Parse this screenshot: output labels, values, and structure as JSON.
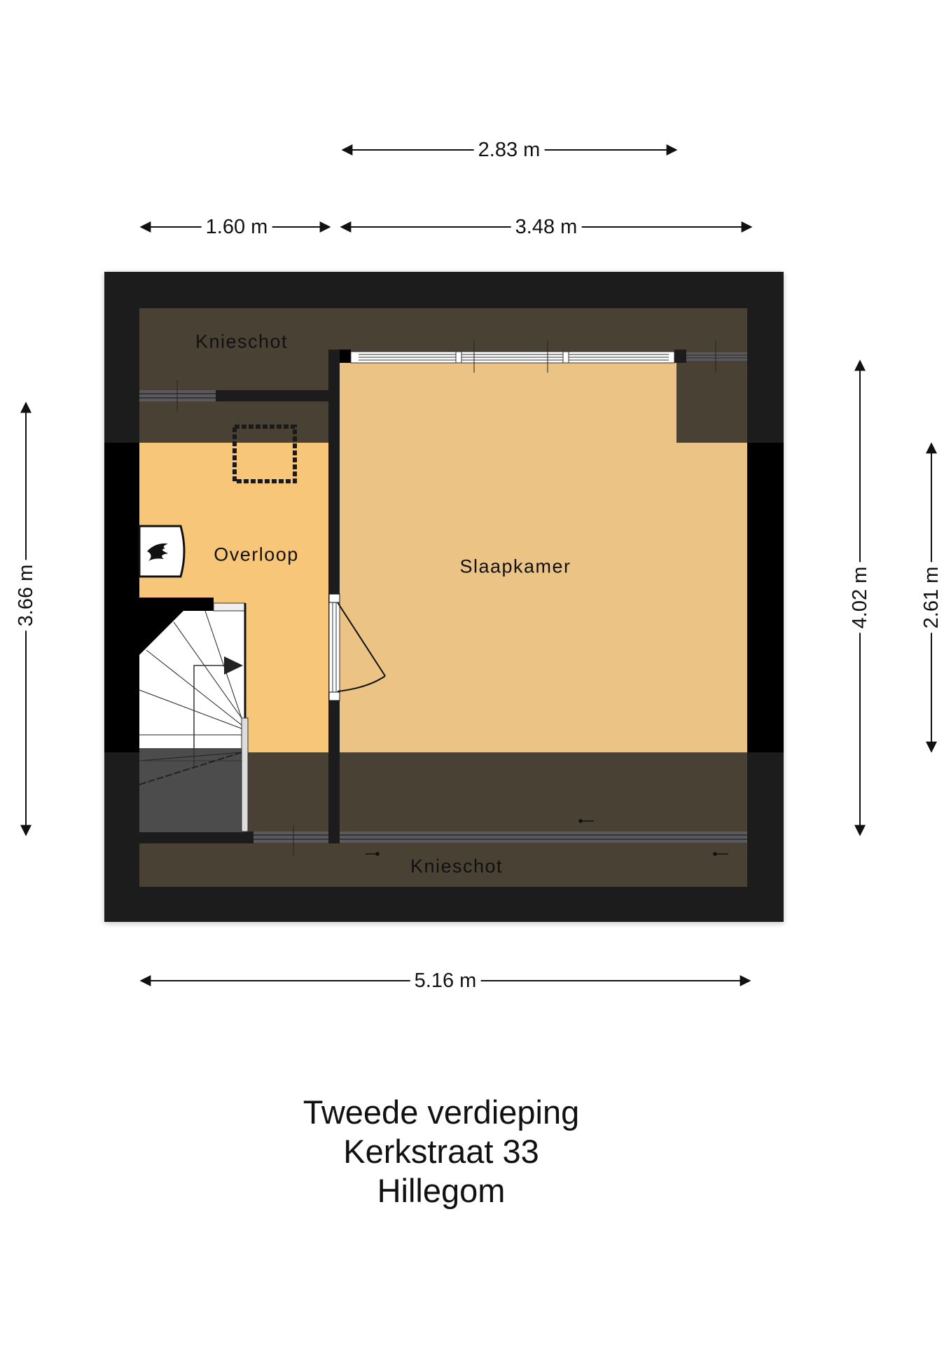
{
  "floorplan": {
    "colors": {
      "outer_wall": "#1c1c1c",
      "kneewall_area": "#4a4135",
      "overloop_floor": "#f8c679",
      "slaapkamer_floor": "#ebc385",
      "stair_bg": "#ffffff",
      "stair_shaded": "#4c4c4c",
      "wall_black": "#000000"
    },
    "rooms": [
      {
        "id": "knieschot-top",
        "label": "Knieschot"
      },
      {
        "id": "overloop",
        "label": "Overloop"
      },
      {
        "id": "slaapkamer",
        "label": "Slaapkamer"
      },
      {
        "id": "knieschot-bottom",
        "label": "Knieschot"
      }
    ],
    "fixtures": [
      {
        "id": "boiler",
        "icon": "flame-icon"
      },
      {
        "id": "attic-hatch",
        "icon": "hatch-icon"
      },
      {
        "id": "staircase",
        "icon": "stairs-icon"
      },
      {
        "id": "door",
        "icon": "door-swing-icon"
      },
      {
        "id": "roof-window",
        "icon": "window-icon"
      }
    ]
  },
  "dimensions": {
    "top_overall": "2.83 m",
    "top_left": "1.60 m",
    "top_right": "3.48 m",
    "left": "3.66 m",
    "right_inner": "4.02 m",
    "right_outer": "2.61 m",
    "bottom": "5.16 m"
  },
  "title": {
    "floor": "Tweede verdieping",
    "address": "Kerkstraat 33",
    "city": "Hillegom"
  }
}
